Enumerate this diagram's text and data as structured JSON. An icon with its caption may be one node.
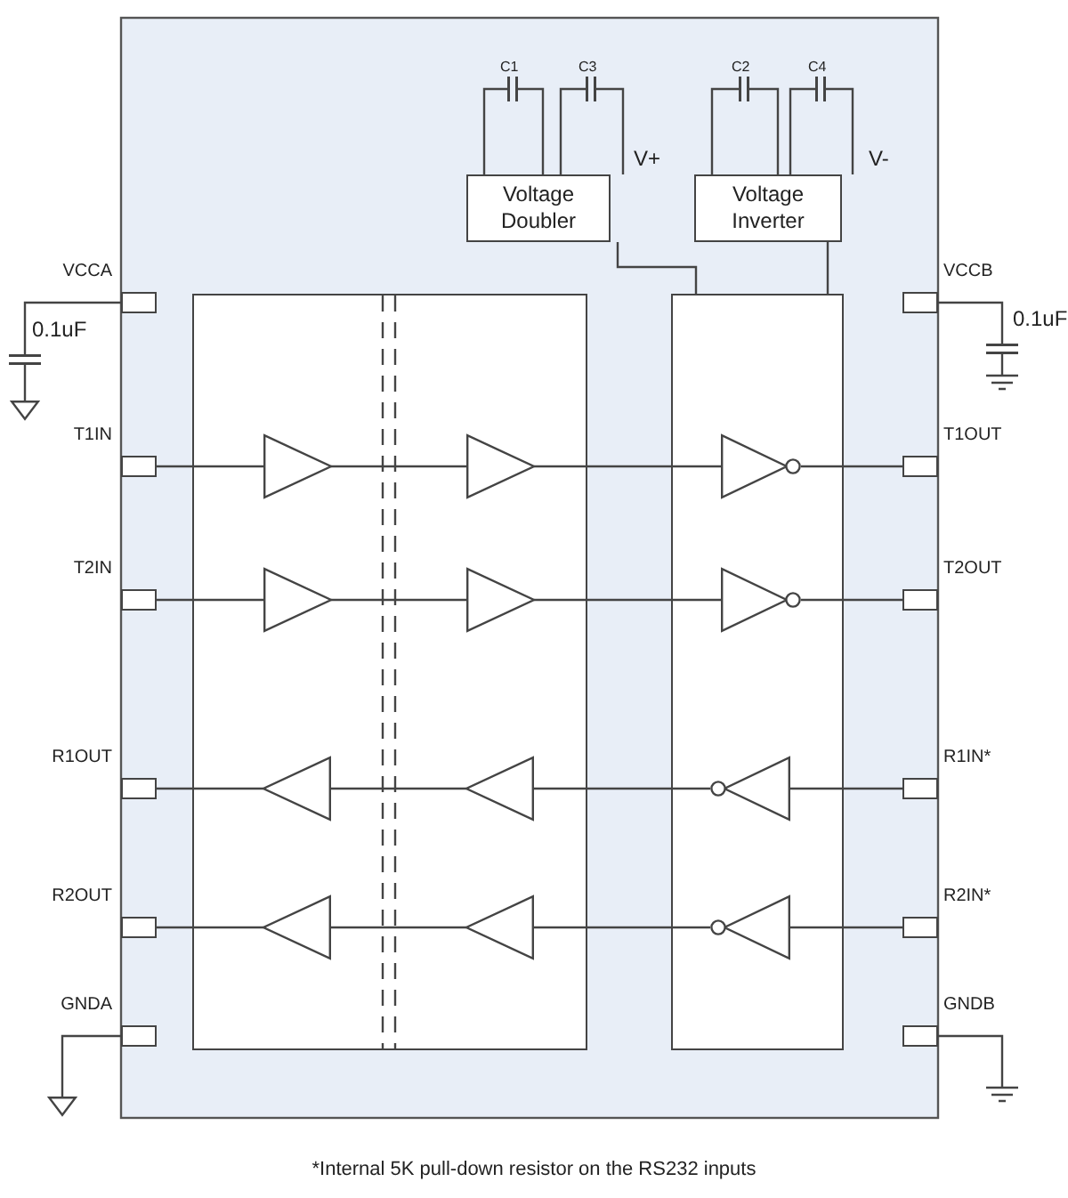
{
  "diagram": {
    "caption": "*Internal 5K pull-down resistor on the RS232 inputs",
    "nodes": [
      {
        "text": [
          "Voltage Doubler"
        ]
      },
      {
        "text": [
          "Voltage Inverter"
        ]
      },
      {
        "text": [],
        "shape": "box"
      },
      {
        "text": [],
        "shape": "box"
      },
      {
        "text": [
          "VCCA"
        ]
      },
      {
        "text": [
          "VCCB"
        ]
      },
      {
        "text": [
          "T1IN"
        ]
      },
      {
        "text": [
          "T1OUT"
        ]
      },
      {
        "text": [
          "T2IN"
        ]
      },
      {
        "text": [
          "T2OUT"
        ]
      },
      {
        "text": [
          "R1OUT"
        ]
      },
      {
        "text": [
          "R1IN*"
        ]
      },
      {
        "text": [
          "R2OUT"
        ]
      },
      {
        "text": [
          "R2IN*"
        ]
      },
      {
        "text": [
          "GNDA"
        ]
      },
      {
        "text": [
          "GNDB"
        ]
      },
      {
        "text": [],
        "shape": "triangle",
        "in": 2
      },
      {
        "text": [],
        "shape": "triangle",
        "in": 2
      },
      {
        "text": [],
        "shape": "inverter",
        "in": 3
      },
      {
        "text": [],
        "shape": "triangle",
        "in": 2
      },
      {
        "text": [],
        "shape": "triangle",
        "in": 2
      },
      {
        "text": [],
        "shape": "inverter",
        "in": 3
      },
      {
        "text": [],
        "shape": "triangle",
        "in": 2
      },
      {
        "text": [],
        "shape": "triangle",
        "in": 2
      },
      {
        "text": [],
        "shape": "inverter",
        "in": 3
      },
      {
        "text": [],
        "shape": "triangle",
        "in": 2
      },
      {
        "text": [],
        "shape": "triangle",
        "in": 2
      },
      {
        "text": [],
        "shape": "inverter",
        "in": 3
      },
      {
        "text": [
          "C1"
        ]
      },
      {
        "text": [
          "C3"
        ]
      },
      {
        "text": [
          "C2"
        ]
      },
      {
        "text": [
          "C4"
        ]
      },
      {
        "text": [
          "0.1uF"
        ]
      },
      {
        "text": [
          "0.1uF"
        ]
      },
      {
        "text": [],
        "shape": "ground"
      },
      {
        "text": [],
        "shape": "ground"
      },
      {
        "text": [],
        "shape": "ground"
      },
      {
        "text": [],
        "shape": "ground"
      }
    ],
    "edges": [
      {
        "from": 0,
        "to": 3,
        "arrow": "none"
      },
      {
        "from": 1,
        "to": 3,
        "arrow": "none"
      },
      {
        "from": 0,
        "to": 28,
        "arrow": "none"
      },
      {
        "from": 0,
        "to": 28,
        "arrow": "none"
      },
      {
        "from": 0,
        "to": 29,
        "arrow": "none"
      },
      {
        "from": 0,
        "to": 29,
        "arrow": "none"
      },
      {
        "from": 1,
        "to": 30,
        "arrow": "none"
      },
      {
        "from": 1,
        "to": 30,
        "arrow": "none"
      },
      {
        "from": 1,
        "to": 31,
        "arrow": "none"
      },
      {
        "from": 1,
        "to": 31,
        "arrow": "none"
      },
      {
        "from": 4,
        "to": 32,
        "arrow": "none"
      },
      {
        "from": 32,
        "to": 34,
        "arrow": "none"
      },
      {
        "from": 5,
        "to": 33,
        "arrow": "none"
      },
      {
        "from": 33,
        "to": 35,
        "arrow": "none"
      },
      {
        "from": 14,
        "to": 36,
        "arrow": "none"
      },
      {
        "from": 15,
        "to": 37,
        "arrow": "none"
      },
      {
        "from": 6,
        "to": 16,
        "arrow": "none"
      },
      {
        "from": 16,
        "to": 17,
        "arrow": "none"
      },
      {
        "from": 17,
        "to": 18,
        "arrow": "none"
      },
      {
        "from": 18,
        "to": 7,
        "arrow": "none"
      },
      {
        "from": 8,
        "to": 19,
        "arrow": "none"
      },
      {
        "from": 19,
        "to": 20,
        "arrow": "none"
      },
      {
        "from": 20,
        "to": 21,
        "arrow": "none"
      },
      {
        "from": 21,
        "to": 9,
        "arrow": "none"
      },
      {
        "from": 11,
        "to": 24,
        "arrow": "none"
      },
      {
        "from": 24,
        "to": 23,
        "arrow": "none"
      },
      {
        "from": 23,
        "to": 22,
        "arrow": "none"
      },
      {
        "from": 22,
        "to": 10,
        "arrow": "none"
      },
      {
        "from": 13,
        "to": 27,
        "arrow": "none"
      },
      {
        "from": 27,
        "to": 26,
        "arrow": "none"
      },
      {
        "from": 26,
        "to": 25,
        "arrow": "none"
      },
      {
        "from": 25,
        "to": 12,
        "arrow": "none"
      }
    ],
    "labels": [
      "V+",
      "V-"
    ]
  }
}
